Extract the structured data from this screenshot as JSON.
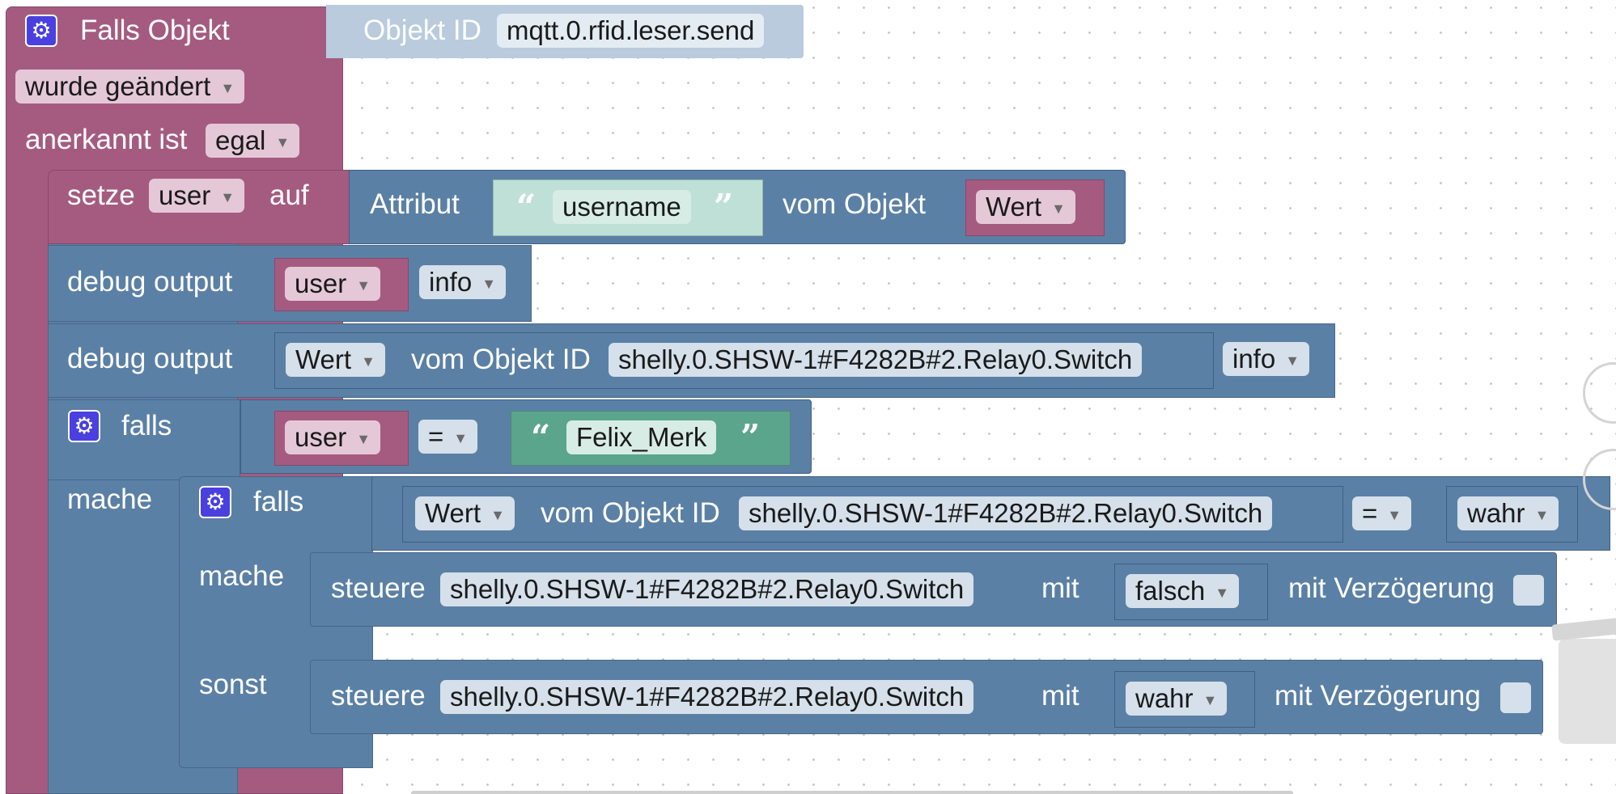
{
  "trigger": {
    "title": "Falls Objekt",
    "object_id_label": "Objekt ID",
    "object_id_value": "mqtt.0.rfid.leser.send",
    "changed_option": "wurde geändert",
    "ack_label": "anerkannt ist",
    "ack_option": "egal"
  },
  "set_var": {
    "label": "setze",
    "var": "user",
    "to_label": "auf",
    "attr_label": "Attribut",
    "attr_value": "username",
    "from_obj_label": "vom Objekt",
    "from_obj_value": "Wert"
  },
  "debug1": {
    "label": "debug output",
    "var": "user",
    "level": "info"
  },
  "debug2": {
    "label": "debug output",
    "prop": "Wert",
    "from_label": "vom Objekt ID",
    "object_id": "shelly.0.SHSW-1#F4282B#2.Relay0.Switch",
    "level": "info"
  },
  "if_outer": {
    "label": "falls",
    "do_label": "mache",
    "var": "user",
    "operator": "=",
    "text_value": "Felix_Merk"
  },
  "if_inner": {
    "label": "falls",
    "do_label": "mache",
    "else_label": "sonst",
    "prop": "Wert",
    "from_label": "vom Objekt ID",
    "object_id": "shelly.0.SHSW-1#F4282B#2.Relay0.Switch",
    "operator": "=",
    "bool_value": "wahr"
  },
  "control1": {
    "label": "steuere",
    "object_id": "shelly.0.SHSW-1#F4282B#2.Relay0.Switch",
    "with_label": "mit",
    "value": "falsch",
    "delay_label": "mit Verzögerung"
  },
  "control2": {
    "label": "steuere",
    "object_id": "shelly.0.SHSW-1#F4282B#2.Relay0.Switch",
    "with_label": "mit",
    "value": "wahr",
    "delay_label": "mit Verzögerung"
  },
  "icons": {
    "gear": "gear-icon",
    "dropdown": "chevron-down-icon",
    "quote_open": "open-quote-icon",
    "quote_close": "close-quote-icon",
    "zoom": "zoom-reset-icon",
    "trash": "trash-icon"
  },
  "colors": {
    "event_block": "#a55b80",
    "logic_block": "#5b80a5",
    "text_block": "#5ba58c",
    "id_block": "#b9cbdd",
    "gear": "#4a40e0"
  }
}
